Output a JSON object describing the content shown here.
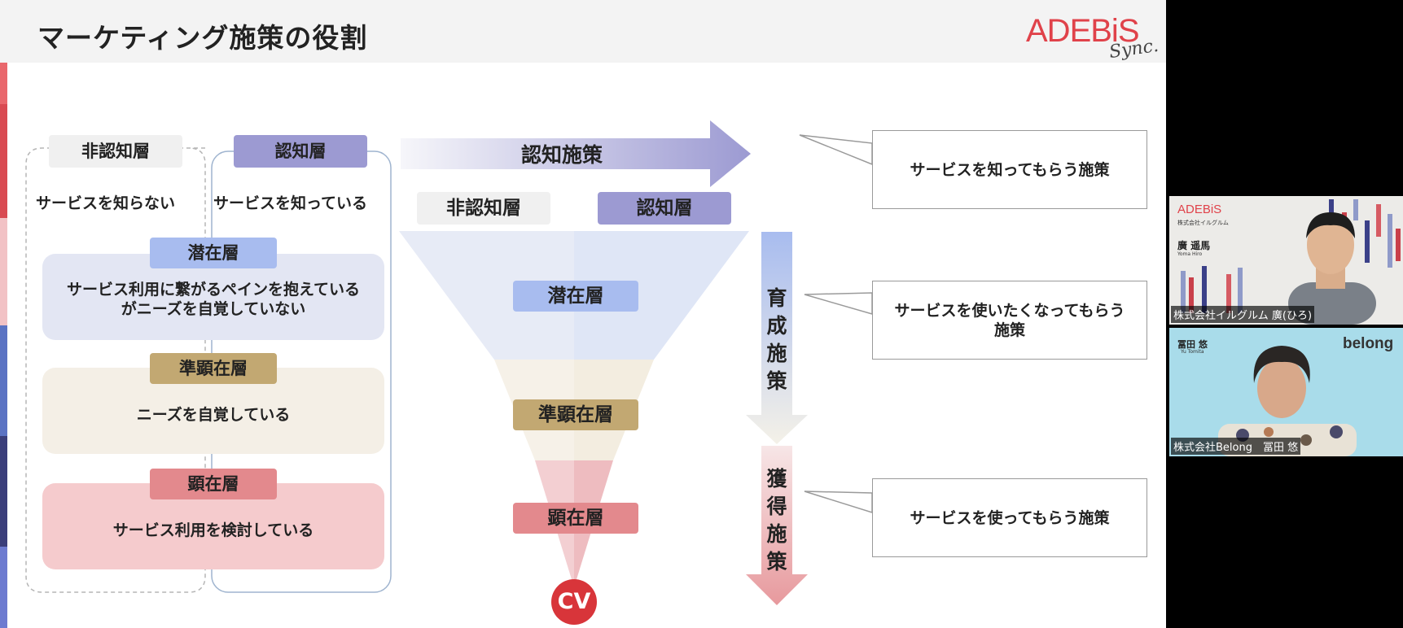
{
  "slide": {
    "title": "マーケティング施策の役割",
    "logo": {
      "main": "ADEBiS",
      "sub": "Sync."
    }
  },
  "left": {
    "non_aware_label": "非認知層",
    "aware_label": "認知層",
    "non_aware_desc": "サービスを知らない",
    "aware_desc": "サービスを知っている",
    "layers": [
      {
        "label": "潜在層",
        "desc": "サービス利用に繋がるペインを抱えている\nがニーズを自覚していない"
      },
      {
        "label": "準顕在層",
        "desc": "ニーズを自覚している"
      },
      {
        "label": "顕在層",
        "desc": "サービス利用を検討している"
      }
    ]
  },
  "funnel": {
    "awareness_arrow": "認知施策",
    "non_aware_label": "非認知層",
    "aware_label": "認知層",
    "layers": [
      "潜在層",
      "準顕在層",
      "顕在層"
    ],
    "end_label": "CV",
    "nurture_label": "育成施策",
    "acquisition_label": "獲得施策"
  },
  "callouts": [
    "サービスを知ってもらう施策",
    "サービスを使いたくなってもらう\n施策",
    "サービスを使ってもらう施策"
  ],
  "colors": {
    "brand_red": "#e0424a",
    "purple": "#9c9ad2",
    "blue": "#a8bcef",
    "gold": "#c2a872",
    "pink": "#e3898d",
    "cv_red": "#d8353a"
  },
  "video": {
    "participant1": {
      "name_tag": "株式会社イルグルム 廣(ひろ)",
      "logo": "ADEBiS",
      "company": "株式会社イルグルム",
      "person": "廣 遥馬",
      "person_en": "Yoma Hiro"
    },
    "participant2": {
      "name_tag": "株式会社Belong　冨田 悠",
      "logo": "belong",
      "person": "冨田 悠",
      "person_en": "Yu Tomita"
    }
  }
}
